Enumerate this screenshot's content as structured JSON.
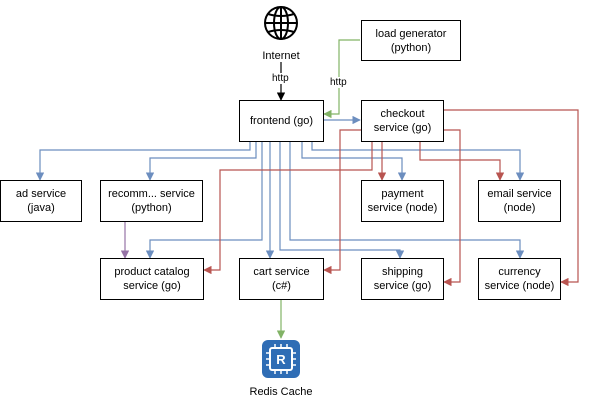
{
  "internet": {
    "label": "Internet"
  },
  "edge_labels": {
    "internet_http": "http",
    "loadgen_http": "http"
  },
  "nodes": {
    "load_generator": {
      "line1": "load generator",
      "line2": "(python)"
    },
    "frontend": {
      "line1": "frontend (go)"
    },
    "checkout": {
      "line1": "checkout",
      "line2": "service (go)"
    },
    "ad": {
      "line1": "ad service",
      "line2": "(java)"
    },
    "recommendation": {
      "line1": "recomm... service",
      "line2": "(python)"
    },
    "payment": {
      "line1": "payment",
      "line2": "service (node)"
    },
    "email": {
      "line1": "email service",
      "line2": "(node)"
    },
    "product_catalog": {
      "line1": "product catalog",
      "line2": "service (go)"
    },
    "cart": {
      "line1": "cart service",
      "line2": "(c#)"
    },
    "shipping": {
      "line1": "shipping",
      "line2": "service (go)"
    },
    "currency": {
      "line1": "currency",
      "line2": "service (node)"
    }
  },
  "redis": {
    "label": "Redis Cache",
    "icon_letter": "R"
  },
  "colors": {
    "frontend_edges": "#6c8ebf",
    "checkout_edges": "#b85450",
    "green_edges": "#82b366",
    "recomm_edge": "#9673a6",
    "redis_icon": "#2f6db5"
  },
  "icons": [
    "globe-icon",
    "redis-icon"
  ]
}
